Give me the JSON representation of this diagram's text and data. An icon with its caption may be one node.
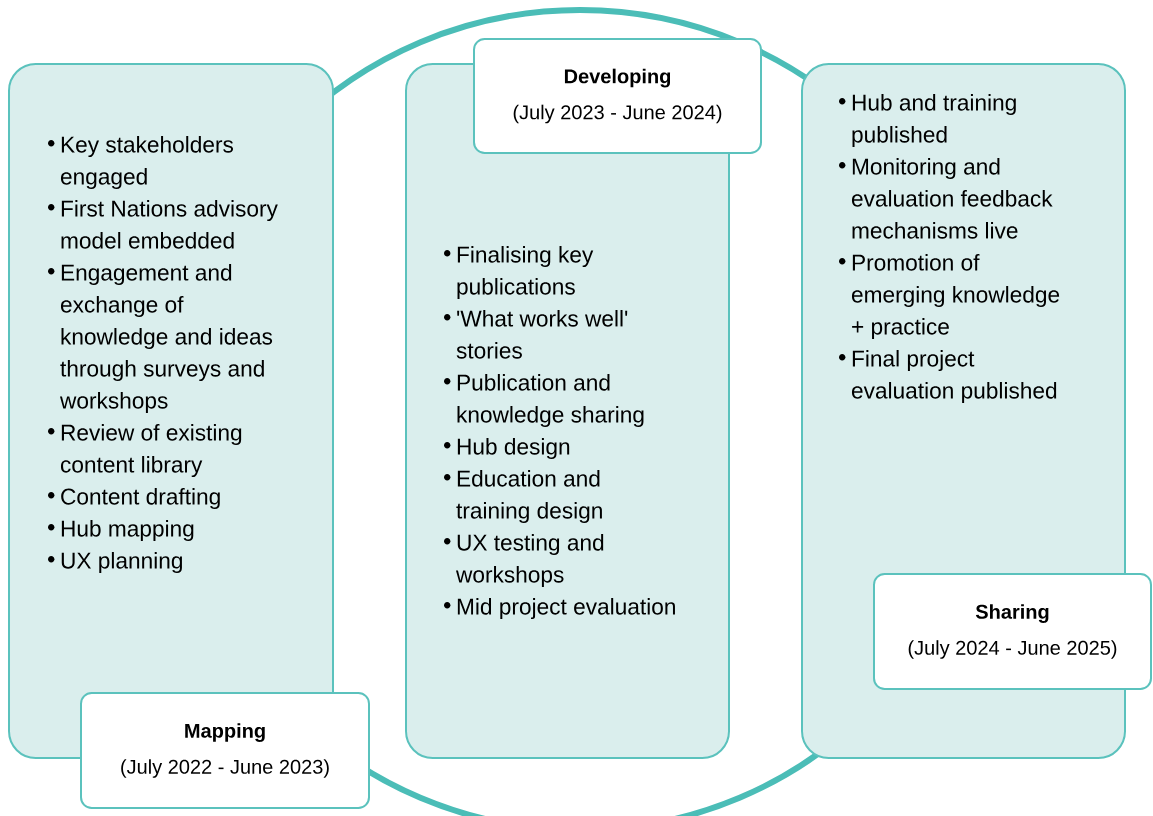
{
  "diagram": {
    "nodes": [
      {
        "text": [
          "Key stakeholders engaged",
          "First Nations advisory model embedded",
          "Engagement and exchange of knowledge and ideas through surveys and workshops",
          "Review of existing content library",
          "Content drafting",
          "Hub mapping",
          "UX planning"
        ]
      },
      {
        "text": [
          "Mapping",
          "(July 2022 - June 2023)"
        ]
      },
      {
        "text": [
          "Developing",
          "(July 2023 - June 2024)"
        ]
      },
      {
        "text": [
          "Finalising key publications",
          "'What works well' stories",
          "Publication and knowledge sharing",
          "Hub design",
          "Education and training design",
          "UX testing and workshops",
          "Mid project evaluation"
        ]
      },
      {
        "text": [
          "Hub and training published",
          "Monitoring and evaluation feedback mechanisms live",
          "Promotion of emerging knowledge + practice",
          "Final project evaluation published"
        ]
      },
      {
        "text": [
          "Sharing",
          "(July 2024 - June 2025)"
        ]
      }
    ]
  }
}
